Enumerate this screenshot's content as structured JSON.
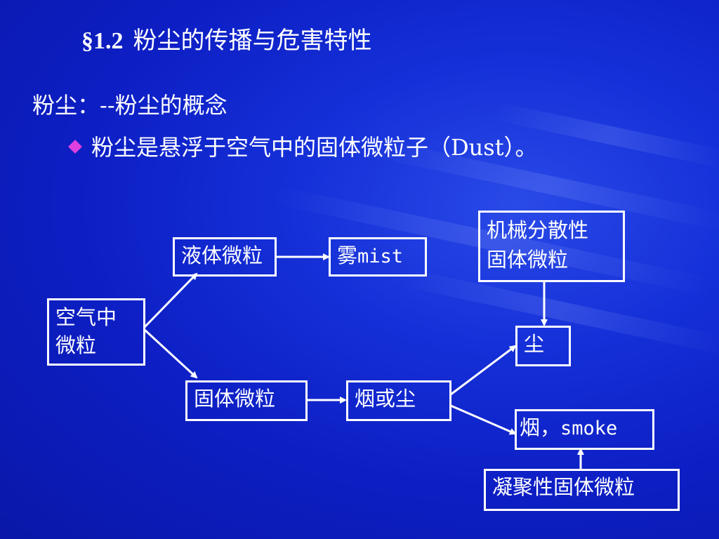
{
  "slide": {
    "title_section": "§1.2",
    "title_text": "粉尘的传播与危害特性",
    "heading": "粉尘：--粉尘的概念",
    "bullet": "粉尘是悬浮于空气中的固体微粒子（Dust）。"
  },
  "diagram": {
    "air_particles_line1": "空气中",
    "air_particles_line2": "微粒",
    "liquid_particles": "液体微粒",
    "mist_prefix": "雾",
    "mist_en": "mist",
    "solid_particles": "固体微粒",
    "smoke_or_dust": "烟或尘",
    "mechanical_line1": "机械分散性",
    "mechanical_line2": "固体微粒",
    "dust": "尘",
    "smoke_prefix": "烟，",
    "smoke_en": "smoke",
    "condensed": "凝聚性固体微粒"
  },
  "colors": {
    "bullet_diamond": "#e040e0",
    "box_border": "#ffffff"
  }
}
